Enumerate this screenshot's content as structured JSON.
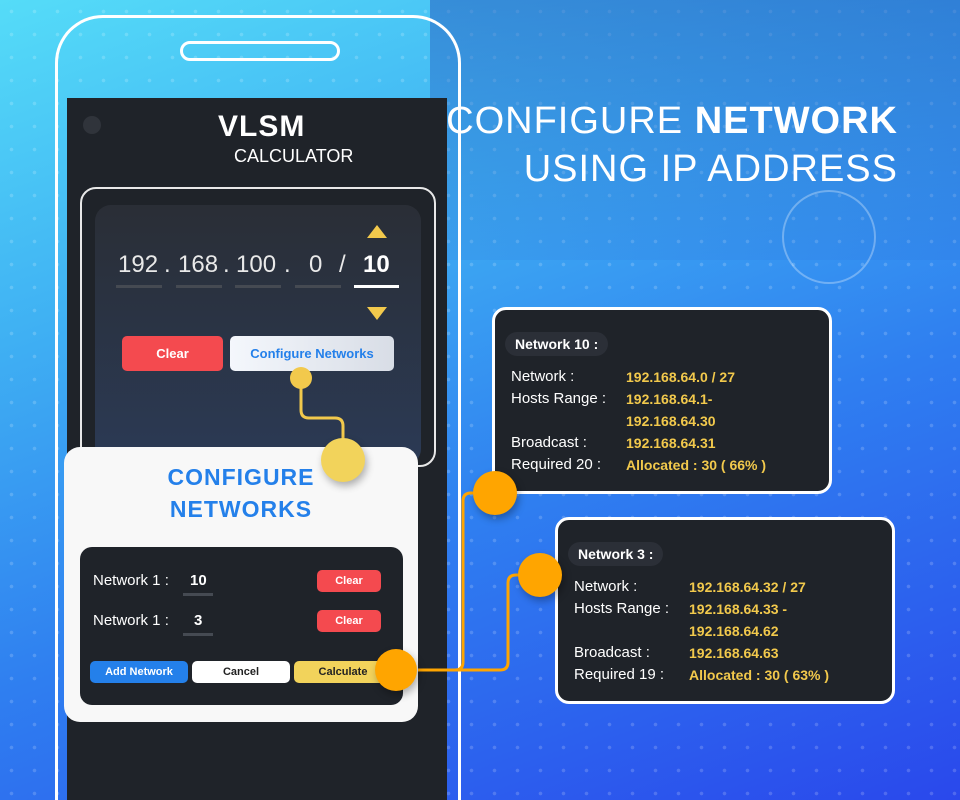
{
  "headline": {
    "line1_light": "CONFIGURE",
    "line1_bold": "NETWORK",
    "line2": "USING IP ADDRESS"
  },
  "app": {
    "title": "VLSM",
    "subtitle": "CALCULATOR"
  },
  "ip_input": {
    "octet1": "192",
    "octet2": "168",
    "octet3": "100",
    "octet4": "0",
    "separator": ".",
    "slash": "/",
    "prefix": "10"
  },
  "buttons": {
    "clear": "Clear",
    "configure": "Configure Networks"
  },
  "popup": {
    "title1": "CONFIGURE",
    "title2": "NETWORKS",
    "rows": [
      {
        "label": "Network 1 :",
        "value": "10",
        "clear": "Clear"
      },
      {
        "label": "Network 1 :",
        "value": "3",
        "clear": "Clear"
      }
    ],
    "add": "Add Network",
    "cancel": "Cancel",
    "calculate": "Calculate"
  },
  "results": [
    {
      "title": "Network 10 :",
      "network_label": "Network :",
      "network": "192.168.64.0 / 27",
      "hosts_label": "Hosts Range :",
      "hosts1": "192.168.64.1-",
      "hosts2": "192.168.64.30",
      "broadcast_label": "Broadcast :",
      "broadcast": "192.168.64.31",
      "required": "Required 20 :",
      "allocated": "Allocated : 30 ( 66% )"
    },
    {
      "title": "Network 3 :",
      "network_label": "Network :",
      "network": "192.168.64.32 / 27",
      "hosts_label": "Hosts Range :",
      "hosts1": "192.168.64.33 -",
      "hosts2": "192.168.64.62",
      "broadcast_label": "Broadcast :",
      "broadcast": "192.168.64.63",
      "required": "Required 19 :",
      "allocated": "Allocated : 30 ( 63% )"
    }
  ],
  "colors": {
    "yellow": "#f2c94c",
    "orange": "#ffa500",
    "red": "#f44a4f",
    "blue": "#2480ea",
    "dark": "#1f2329"
  }
}
